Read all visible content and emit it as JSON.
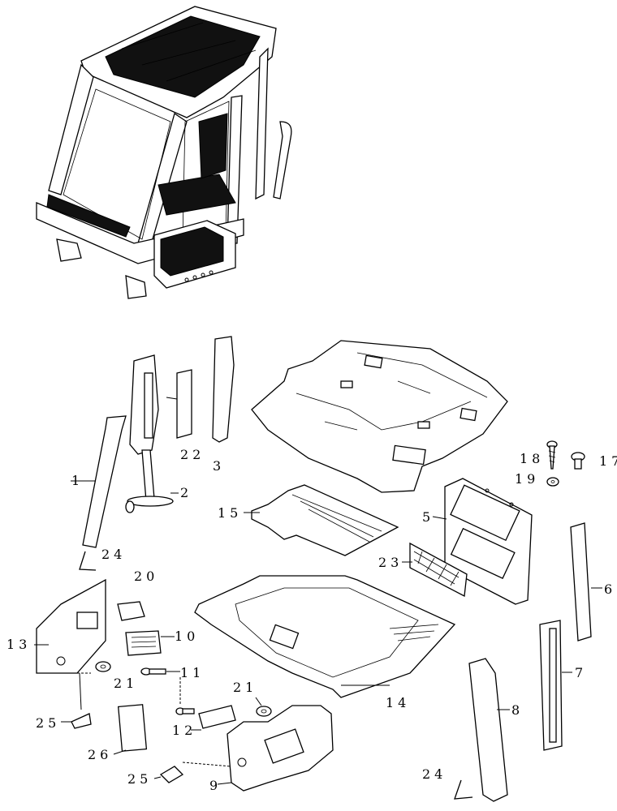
{
  "diagram": {
    "labels": {
      "p1": "1",
      "p2": "2",
      "p3": "3",
      "p5": "5",
      "p6": "6",
      "p7": "7",
      "p8": "8",
      "p9": "9",
      "p10": "10",
      "p11": "11",
      "p12": "12",
      "p13": "13",
      "p14": "14",
      "p15": "15",
      "p17": "17",
      "p18": "18",
      "p19": "19",
      "p20": "20",
      "p21a": "21",
      "p21b": "21",
      "p22": "22",
      "p23": "23",
      "p24a": "24",
      "p24b": "24",
      "p25a": "25",
      "p25b": "25",
      "p26": "26"
    }
  }
}
